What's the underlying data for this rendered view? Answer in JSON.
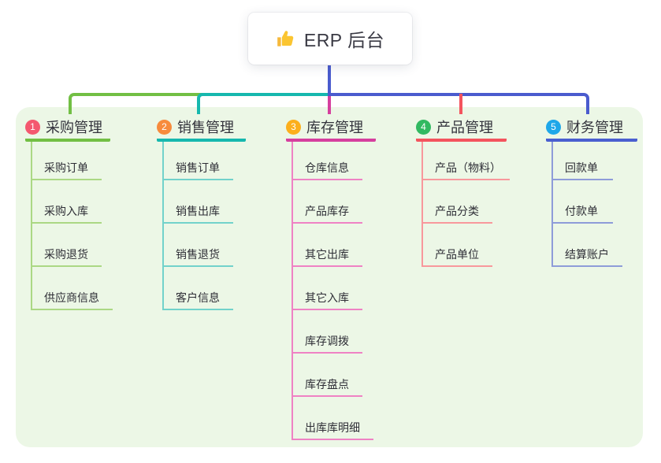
{
  "root": {
    "title": "ERP 后台",
    "icon": "thumbs-up-icon"
  },
  "theme": {
    "canvas_background": "#ecf7e6",
    "root_line": "#4a5bce",
    "branch_colors": {
      "purchase": "#72bf44",
      "sales": "#16b8ae",
      "inventory": "#d63f9e",
      "product": "#f4545e",
      "finance": "#4a5fd0"
    },
    "badge_colors": {
      "1": "#f4586f",
      "2": "#f78b3c",
      "3": "#fcaf1c",
      "4": "#31b961",
      "5": "#1ea7e9"
    }
  },
  "branches": [
    {
      "badge": "1",
      "label": "采购管理",
      "children": [
        "采购订单",
        "采购入库",
        "采购退货",
        "供应商信息"
      ]
    },
    {
      "badge": "2",
      "label": "销售管理",
      "children": [
        "销售订单",
        "销售出库",
        "销售退货",
        "客户信息"
      ]
    },
    {
      "badge": "3",
      "label": "库存管理",
      "children": [
        "仓库信息",
        "产品库存",
        "其它出库",
        "其它入库",
        "库存调拨",
        "库存盘点",
        "出库库明细"
      ]
    },
    {
      "badge": "4",
      "label": "产品管理",
      "children": [
        "产品（物料）",
        "产品分类",
        "产品单位"
      ]
    },
    {
      "badge": "5",
      "label": "财务管理",
      "children": [
        "回款单",
        "付款单",
        "结算账户"
      ]
    }
  ]
}
